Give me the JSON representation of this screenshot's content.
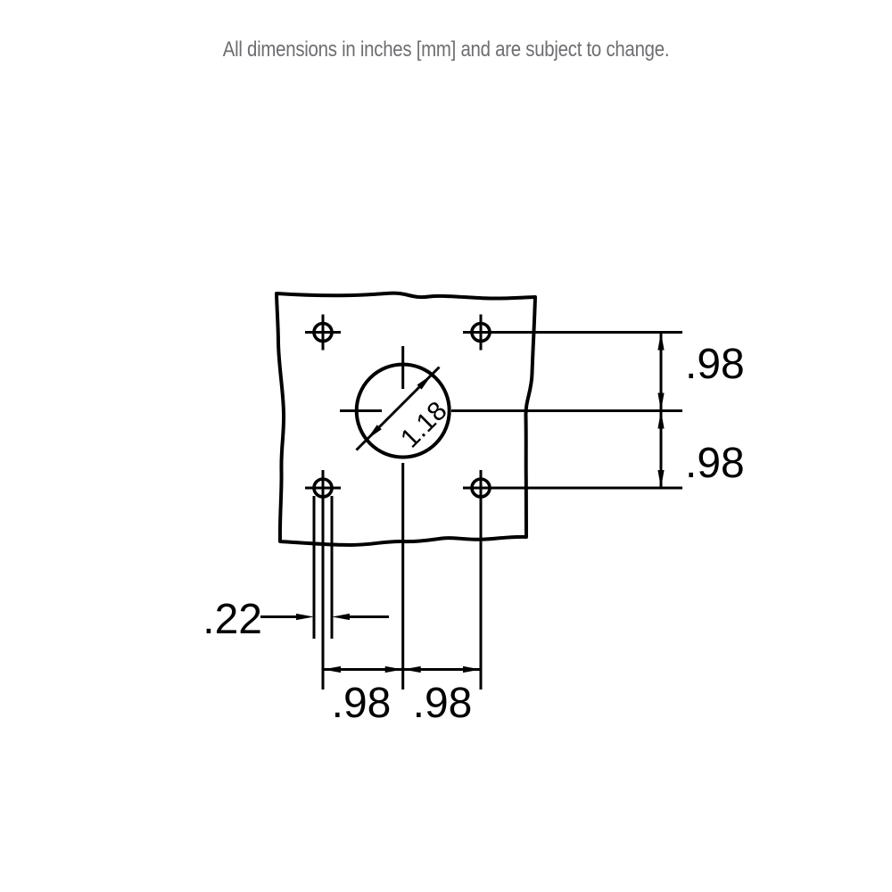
{
  "note": "All dimensions in inches [mm] and are subject to change.",
  "labels": {
    "right_spacing_top": ".98",
    "right_spacing_bottom": ".98",
    "bottom_spacing_left": ".98",
    "bottom_spacing_right": ".98",
    "mounting_hole_diameter": ".22",
    "center_hole_diameter": "1.18"
  },
  "colors": {
    "line": "#000000",
    "dimension_text": "#000000",
    "note_text": "#6e6e72",
    "background": "#ffffff"
  }
}
